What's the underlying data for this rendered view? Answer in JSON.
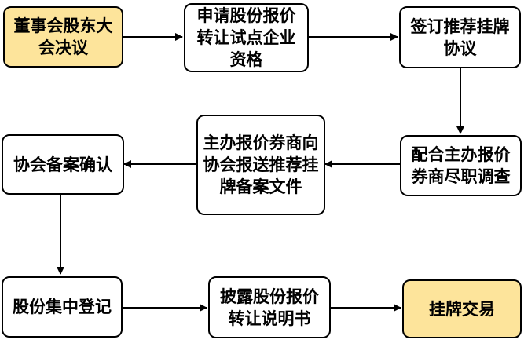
{
  "colors": {
    "highlight": "#fde49b",
    "box": "#ffffff",
    "stroke": "#000000"
  },
  "nodes": {
    "board": "董事会股东大会决议",
    "apply": "申请股份报价转让试点企业资格",
    "sign": "签订推荐挂牌协议",
    "due_diligence": "配合主办报价券商尽职调查",
    "submit": "主办报价券商向协会报送推荐挂牌备案文件",
    "confirm": "协会备案确认",
    "register": "股份集中登记",
    "disclose": "披露股份报价转让说明书",
    "listing": "挂牌交易"
  }
}
